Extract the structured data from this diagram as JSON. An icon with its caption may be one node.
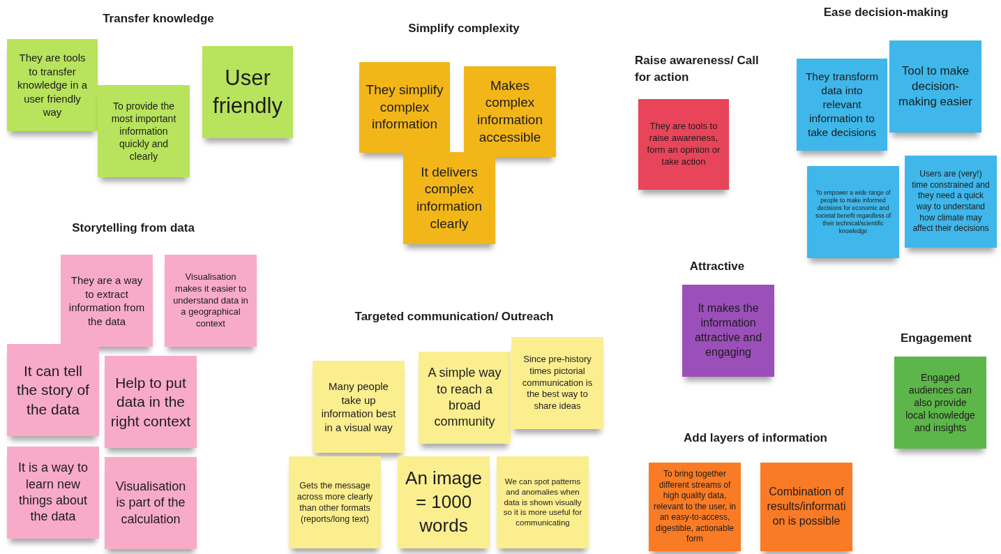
{
  "diagram": {
    "nodes": [
      {
        "text": [
          "They are tools to transfer knowledge in a user friendly way"
        ]
      },
      {
        "text": [
          "To provide the most important information quickly and clearly"
        ]
      },
      {
        "text": [
          "User friendly"
        ]
      },
      {
        "text": [
          "They simplify complex information"
        ]
      },
      {
        "text": [
          "Makes complex information accessible"
        ]
      },
      {
        "text": [
          "It delivers complex information clearly"
        ]
      },
      {
        "text": [
          "They are tools to raise awareness, form an opinion or take action"
        ]
      },
      {
        "text": [
          "They transform data into relevant information to take decisions"
        ]
      },
      {
        "text": [
          "Tool to make decision-making easier"
        ]
      },
      {
        "text": [
          "To empower a wide range of people to make informed decisions for economic and societal benefit regardless of their technical/scientific knowledge"
        ]
      },
      {
        "text": [
          "Users are (very!) time constrained and they need a quick way to understand how climate may affect their decisions"
        ]
      },
      {
        "text": [
          "They are a way to extract information from the data"
        ]
      },
      {
        "text": [
          "Visualisation makes it easier to understand data in a geographical context"
        ]
      },
      {
        "text": [
          "It can tell the story of the data"
        ]
      },
      {
        "text": [
          "Help to put data in the right context"
        ]
      },
      {
        "text": [
          "It is a way to learn new things about the data"
        ]
      },
      {
        "text": [
          "Visualisation is part of the calculation"
        ]
      },
      {
        "text": [
          "Many people take up information best in a visual way"
        ]
      },
      {
        "text": [
          "A simple way to reach a broad community"
        ]
      },
      {
        "text": [
          "Since pre-history times pictorial communication is the best way to share ideas"
        ]
      },
      {
        "text": [
          "Gets the message across more clearly than other formats (reports/long text)"
        ]
      },
      {
        "text": [
          "An image = 1000 words"
        ]
      },
      {
        "text": [
          "We can spot patterns and anomalies when data is shown visually so it is more useful for communicating"
        ]
      },
      {
        "text": [
          "It makes the information attractive and engaging"
        ]
      },
      {
        "text": [
          "Engaged audiences can also provide local knowledge and insights"
        ]
      },
      {
        "text": [
          "To bring together different streams of high quality data, relevant to the user, in an easy-to-access, digestible, actionable form"
        ]
      },
      {
        "text": [
          "Combination of results/information is possible"
        ]
      }
    ],
    "labels": [
      "Transfer knowledge",
      "Simplify complexity",
      "Raise awareness/ Call for action",
      "Ease decision-making",
      "Storytelling from data",
      "Targeted communication/ Outreach",
      "Attractive",
      "Engagement",
      "Add layers of information"
    ]
  }
}
